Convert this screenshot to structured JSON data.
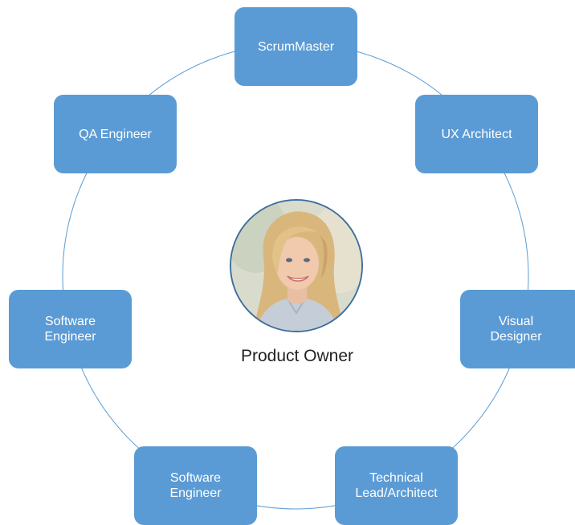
{
  "center": {
    "label": "Product Owner"
  },
  "roles": {
    "scrum_master": [
      "ScrumMaster"
    ],
    "qa_engineer": [
      "QA Engineer"
    ],
    "ux_architect": [
      "UX Architect"
    ],
    "software_engineer_left": [
      "Software",
      "Engineer"
    ],
    "visual_designer": [
      "Visual",
      "Designer"
    ],
    "software_engineer_bottom": [
      "Software",
      "Engineer"
    ],
    "technical_lead": [
      "Technical",
      "Lead/Architect"
    ]
  },
  "colors": {
    "box_fill": "#5b9bd5",
    "box_text": "#ffffff",
    "ring_stroke": "#5b9bd5",
    "avatar_border": "#3f6f9f",
    "label_text": "#222222"
  }
}
